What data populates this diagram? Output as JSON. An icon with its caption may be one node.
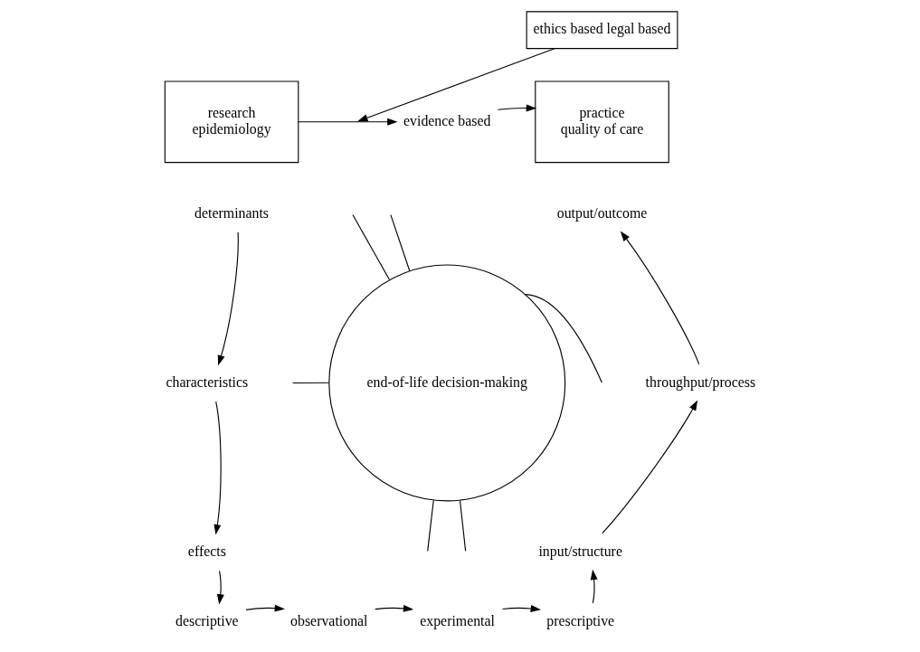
{
  "diagram": {
    "nodes": [
      {
        "text": [
          "research",
          "epidemiology"
        ]
      },
      {
        "text": [
          "evidence based"
        ]
      },
      {
        "text": [
          "ethics based legal based"
        ]
      },
      {
        "text": [
          "practice",
          "quality of care"
        ]
      },
      {
        "text": [
          "determinants"
        ]
      },
      {
        "text": [
          "characteristics"
        ]
      },
      {
        "text": [
          "effects"
        ]
      },
      {
        "text": [
          "descriptive"
        ]
      },
      {
        "text": [
          "end-of-life decision-making"
        ]
      },
      {
        "text": [
          "output/outcome"
        ]
      },
      {
        "text": [
          "throughput/process"
        ]
      },
      {
        "text": [
          "input/structure"
        ]
      },
      {
        "text": [
          "prescriptive"
        ]
      },
      {
        "text": [
          "observational"
        ]
      },
      {
        "text": [
          "experimental"
        ]
      }
    ],
    "edges": [
      {
        "from": 0,
        "to": 1,
        "arrow": "to"
      },
      {
        "from": 1,
        "to": 3,
        "arrow": "to"
      },
      {
        "from": 2,
        "to": null,
        "arrow": "to"
      },
      {
        "from": 4,
        "to": 5,
        "arrow": "to"
      },
      {
        "from": 5,
        "to": 6,
        "arrow": "to"
      },
      {
        "from": 6,
        "to": 7,
        "arrow": "to"
      },
      {
        "from": 7,
        "to": 13,
        "arrow": "to"
      },
      {
        "from": 13,
        "to": 14,
        "arrow": "to"
      },
      {
        "from": 14,
        "to": 12,
        "arrow": "to"
      },
      {
        "from": 12,
        "to": 11,
        "arrow": "to"
      },
      {
        "from": 11,
        "to": 10,
        "arrow": "to"
      },
      {
        "from": 10,
        "to": 9,
        "arrow": "to"
      },
      {
        "from": 8,
        "to": null,
        "arrow": "none"
      },
      {
        "from": 8,
        "to": null,
        "arrow": "none"
      },
      {
        "from": 8,
        "to": null,
        "arrow": "none"
      },
      {
        "from": 8,
        "to": null,
        "arrow": "none"
      },
      {
        "from": 8,
        "to": null,
        "arrow": "none"
      },
      {
        "from": 8,
        "to": null,
        "arrow": "none"
      }
    ]
  }
}
